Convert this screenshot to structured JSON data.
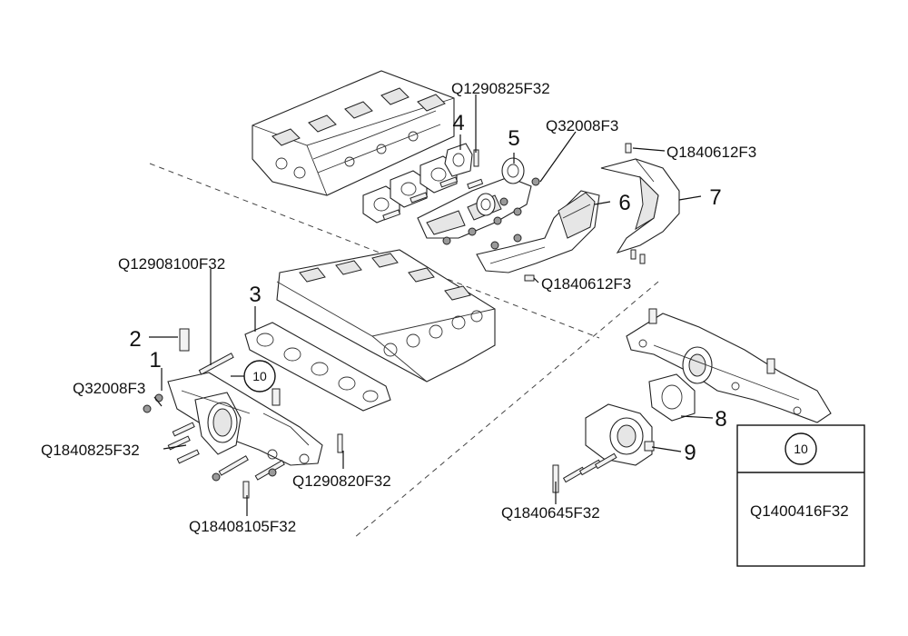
{
  "callouts": {
    "c1": "1",
    "c2": "2",
    "c3": "3",
    "c4": "4",
    "c5": "5",
    "c6": "6",
    "c7": "7",
    "c8": "8",
    "c9": "9",
    "c10": "10"
  },
  "part_codes": {
    "top_stud": "Q1290825F32",
    "top_nut": "Q32008F3",
    "top_bolt_right": "Q1840612F3",
    "top_bolt_lower": "Q1840612F3",
    "left_long_stud": "Q12908100F32",
    "left_nut": "Q32008F3",
    "left_bolt": "Q1840825F32",
    "left_stud_short": "Q1290820F32",
    "left_long_bolt": "Q18408105F32",
    "right_bolt": "Q1840645F32"
  },
  "table": {
    "ref": "10",
    "part_code": "Q1400416F32"
  }
}
